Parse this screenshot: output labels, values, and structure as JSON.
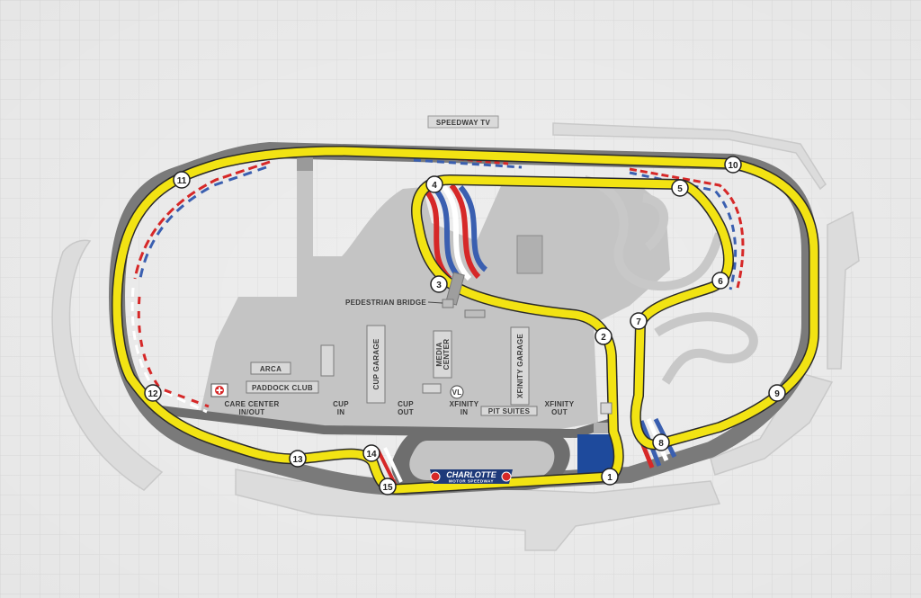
{
  "title": "",
  "colors": {
    "background": "#e6e6e6",
    "grid": "#d6d6d6",
    "infield": "#c4c4c4",
    "track": "#7a7a7a",
    "road_course": "#f2e313",
    "curb_red": "#d62828",
    "curb_blue": "#3a5fb0",
    "pit_blue": "#1e4a9c"
  },
  "labels": {
    "speedway_tv": "SPEEDWAY TV",
    "pedestrian_bridge": "PEDESTRIAN BRIDGE",
    "arca": "ARCA",
    "paddock_club": "PADDOCK CLUB",
    "care_center_1": "CARE CENTER",
    "care_center_2": "IN/OUT",
    "cup_in_1": "CUP",
    "cup_in_2": "IN",
    "cup_out_1": "CUP",
    "cup_out_2": "OUT",
    "xfinity_in_1": "XFINITY",
    "xfinity_in_2": "IN",
    "pit_suites": "PIT SUITES",
    "xfinity_out_1": "XFINITY",
    "xfinity_out_2": "OUT",
    "cup_garage": "CUP GARAGE",
    "media_center_1": "MEDIA",
    "media_center_2": "CENTER",
    "xfinity_garage": "XFINITY GARAGE",
    "vl": "VL",
    "logo_main": "CHARLOTTE",
    "logo_sub": "MOTOR SPEEDWAY"
  },
  "icons": {
    "care_center": "medical-cross-icon"
  },
  "turns": [
    {
      "number": "1"
    },
    {
      "number": "2"
    },
    {
      "number": "3"
    },
    {
      "number": "4"
    },
    {
      "number": "5"
    },
    {
      "number": "6"
    },
    {
      "number": "7"
    },
    {
      "number": "8"
    },
    {
      "number": "9"
    },
    {
      "number": "10"
    },
    {
      "number": "11"
    },
    {
      "number": "12"
    },
    {
      "number": "13"
    },
    {
      "number": "14"
    },
    {
      "number": "15"
    }
  ]
}
